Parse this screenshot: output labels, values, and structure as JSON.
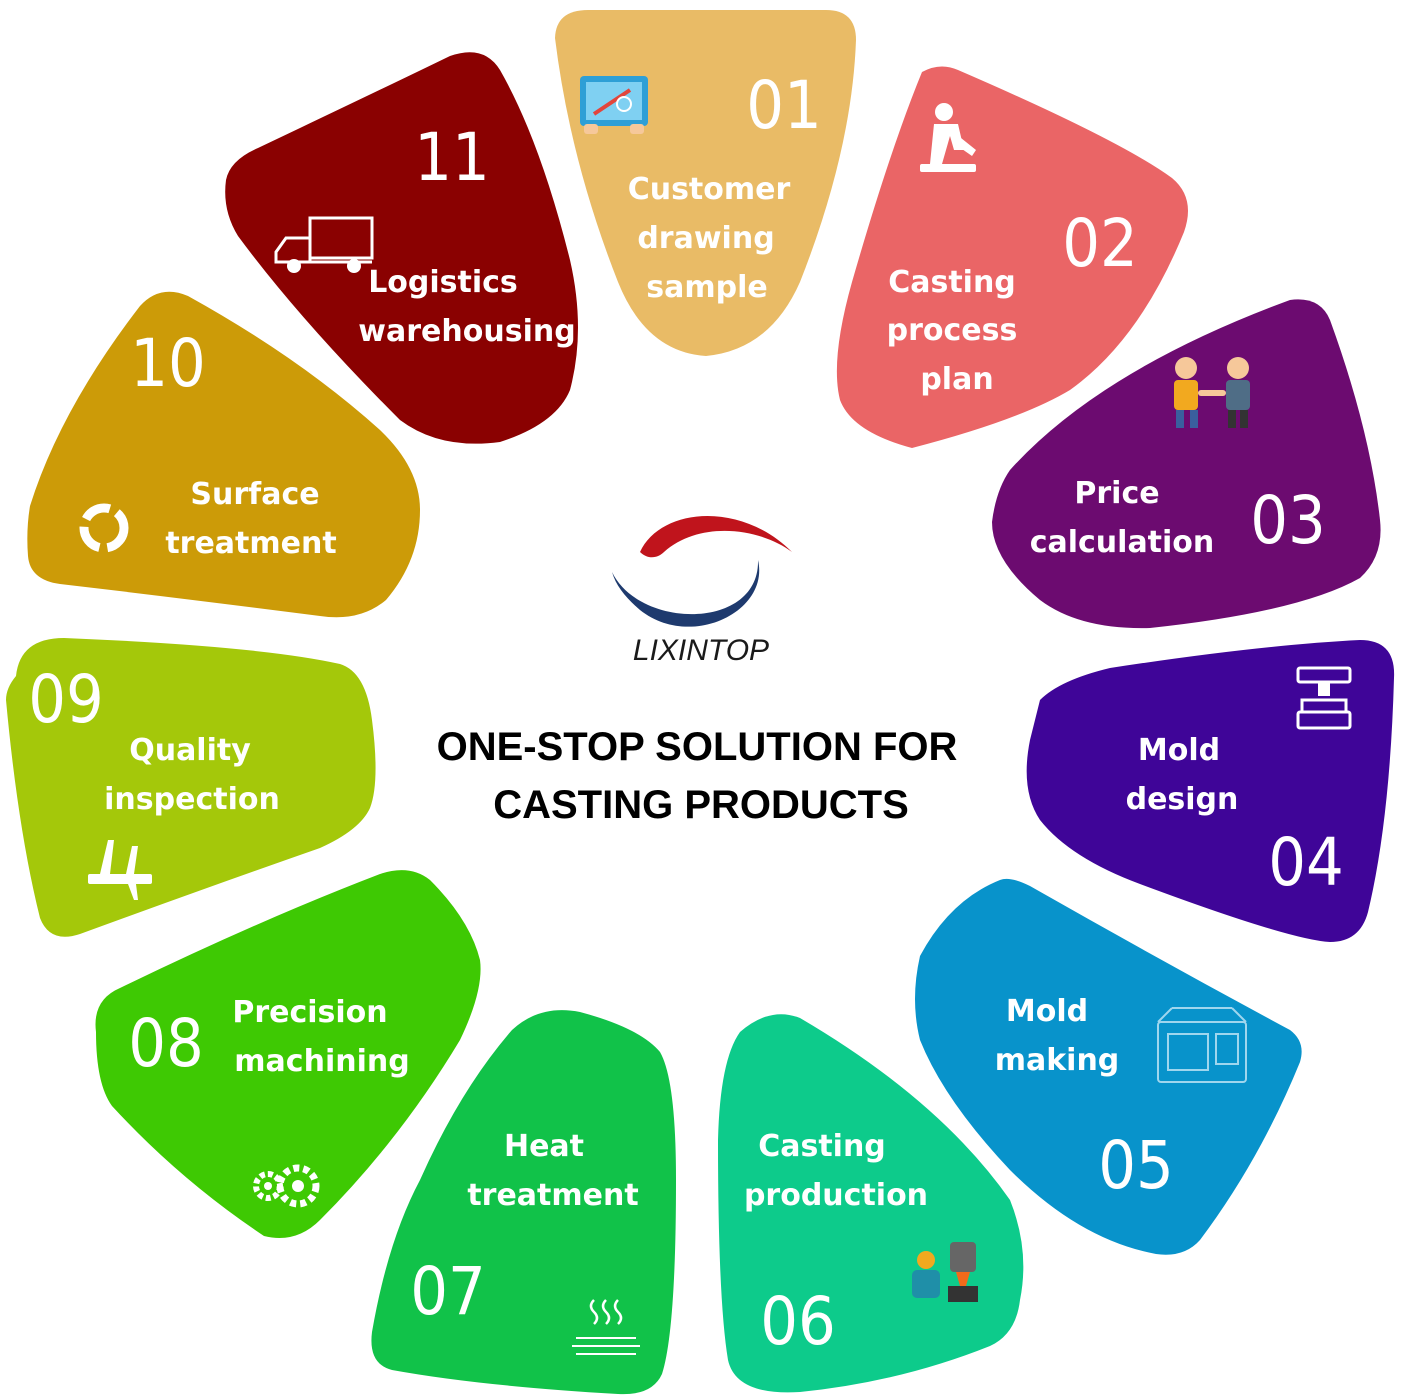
{
  "center": {
    "brand": "LIXINTOP",
    "title_line1": "ONE-STOP SOLUTION FOR",
    "title_line2": "CASTING PRODUCTS"
  },
  "steps": [
    {
      "num": "01",
      "lines": [
        "Customer",
        "drawing",
        "sample"
      ],
      "color": "#E9BB66",
      "icon": "blueprint-drawing-icon"
    },
    {
      "num": "02",
      "lines": [
        "Casting",
        "process",
        "plan"
      ],
      "color": "#EA6566",
      "icon": "worker-pouring-icon"
    },
    {
      "num": "03",
      "lines": [
        "Price",
        "calculation"
      ],
      "color": "#6C0B70",
      "icon": "handshake-businessmen-icon"
    },
    {
      "num": "04",
      "lines": [
        "Mold",
        "design"
      ],
      "color": "#3F0598",
      "icon": "mold-press-icon"
    },
    {
      "num": "05",
      "lines": [
        "Mold",
        "making"
      ],
      "color": "#0893CB",
      "icon": "cnc-machine-icon"
    },
    {
      "num": "06",
      "lines": [
        "Casting",
        "production"
      ],
      "color": "#0DCB8B",
      "icon": "foundry-worker-icon"
    },
    {
      "num": "07",
      "lines": [
        "Heat",
        "treatment"
      ],
      "color": "#11C249",
      "icon": "heat-waves-icon"
    },
    {
      "num": "08",
      "lines": [
        "Precision",
        "machining"
      ],
      "color": "#3EC903",
      "icon": "gears-icon"
    },
    {
      "num": "09",
      "lines": [
        "Quality",
        "inspection"
      ],
      "color": "#A4C80A",
      "icon": "caliper-icon"
    },
    {
      "num": "10",
      "lines": [
        "Surface",
        "treatment"
      ],
      "color": "#CC9B08",
      "icon": "recycle-arrows-icon"
    },
    {
      "num": "11",
      "lines": [
        "Logistics",
        "warehousing"
      ],
      "color": "#8A0101",
      "icon": "delivery-truck-icon"
    }
  ]
}
